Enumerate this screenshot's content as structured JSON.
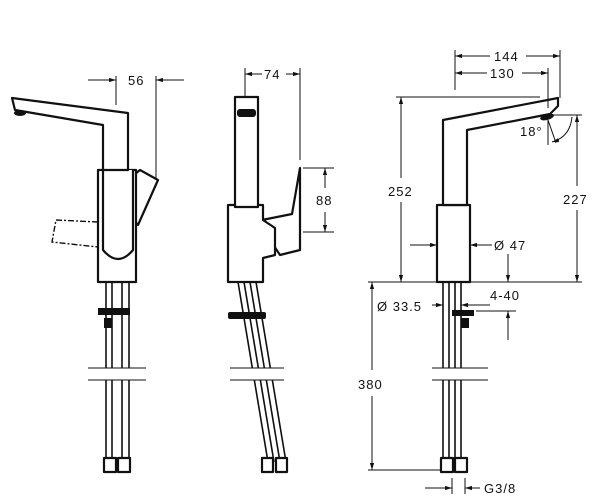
{
  "drawing": {
    "front_view": {
      "dim_lever_offset": "56"
    },
    "side_view": {
      "dim_depth": "74",
      "dim_lever_height": "88"
    },
    "right_view": {
      "dim_reach_total": "144",
      "dim_reach_outlet": "130",
      "dim_height_total": "252",
      "dim_outlet_height": "227",
      "dim_body_diameter": "Ø 47",
      "dim_hole_diameter": "Ø 33.5",
      "dim_counter_thickness": "4-40",
      "dim_hose_length": "380",
      "dim_connection": "G3/8",
      "dim_spout_angle": "18°"
    }
  }
}
